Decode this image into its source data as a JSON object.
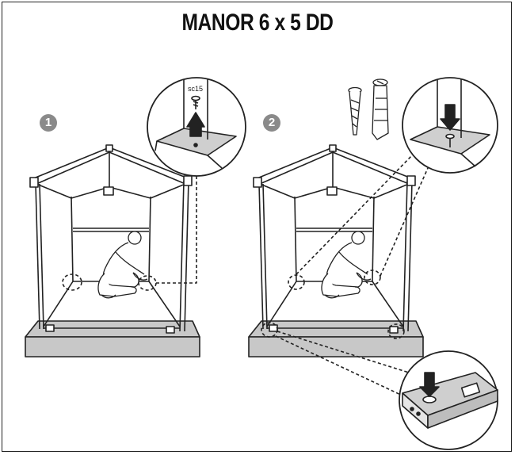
{
  "title": "MANOR 6 x 5 DD",
  "steps": [
    {
      "number": "1"
    },
    {
      "number": "2"
    }
  ],
  "part_label": "sc15",
  "colors": {
    "line": "#222222",
    "base": "#c8c8c8",
    "badge": "#8a8a8a",
    "plate": "#cfcfcf"
  }
}
